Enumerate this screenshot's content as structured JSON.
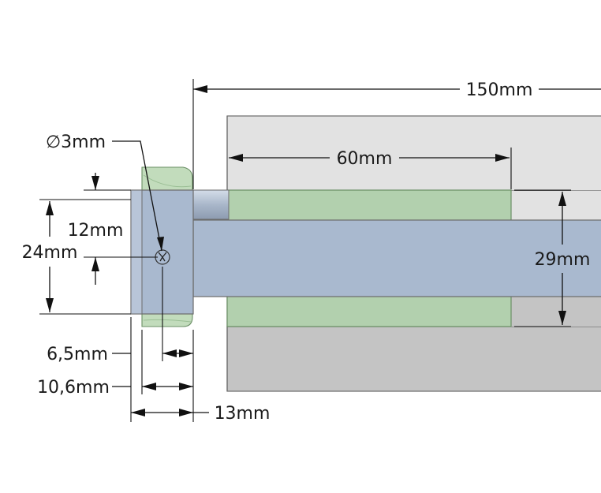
{
  "drawing": {
    "dimensions": {
      "overall_length": "150mm",
      "bearing_length": "60mm",
      "hole_diameter": "∅3mm",
      "hole_offset_vertical": "12mm",
      "block_height": "24mm",
      "bearing_height": "29mm",
      "hole_offset_horizontal": "6,5mm",
      "collar_width": "10,6mm",
      "block_width": "13mm"
    },
    "colors": {
      "background_plate_top": "#e2e2e2",
      "background_plate_bottom": "#c4c4c4",
      "bearing_green": "#b2d0ae",
      "shaft_blue": "#a9b9cf",
      "collar_green": "#c2dcbc",
      "outline": "#6b6b6b"
    }
  }
}
